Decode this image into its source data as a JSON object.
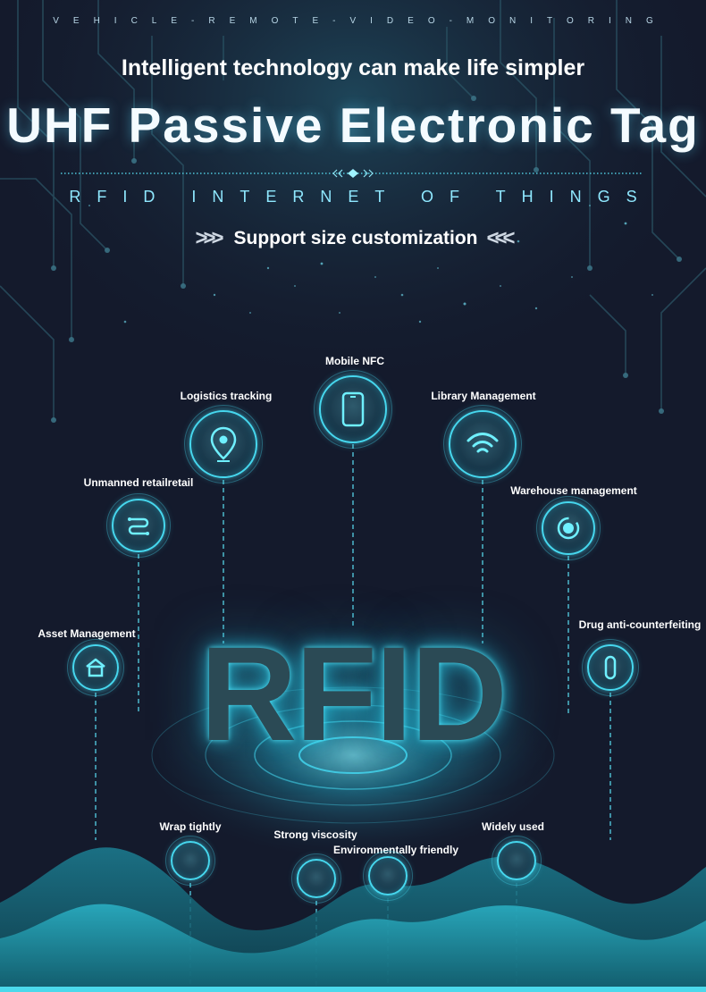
{
  "header": {
    "tagline": "VEHICLE-REMOTE-VIDEO-MONITORING",
    "subtitle": "Intelligent technology can make life simpler",
    "title": "UHF Passive Electronic Tag",
    "banner": "RFID INTERNET OF THINGS",
    "customization": "Support size customization",
    "arrows_left": ">>>",
    "arrows_right": "<<<"
  },
  "center": {
    "logo_text": "RFID"
  },
  "applications": {
    "mobile_nfc": "Mobile NFC",
    "logistics_tracking": "Logistics tracking",
    "library_management": "Library Management",
    "unmanned_retail": "Unmanned retailretail",
    "warehouse_management": "Warehouse management",
    "asset_management": "Asset Management",
    "drug_anti_counterfeiting": "Drug anti-counterfeiting"
  },
  "features": {
    "wrap_tightly": "Wrap tightly",
    "strong_viscosity": "Strong viscosity",
    "environmentally_friendly": "Environmentally friendly",
    "widely_used": "Widely used"
  },
  "icons": {
    "mobile_nfc": "smartphone-icon",
    "logistics_tracking": "location-pin-icon",
    "library_management": "wifi-icon",
    "unmanned_retail": "retail-flow-icon",
    "warehouse_management": "rotate-target-icon",
    "asset_management": "home-icon",
    "drug_anti_counterfeiting": "capsule-icon"
  },
  "colors": {
    "background": "#141a2c",
    "accent": "#46d7ee",
    "wave": "#1f8ea0"
  }
}
